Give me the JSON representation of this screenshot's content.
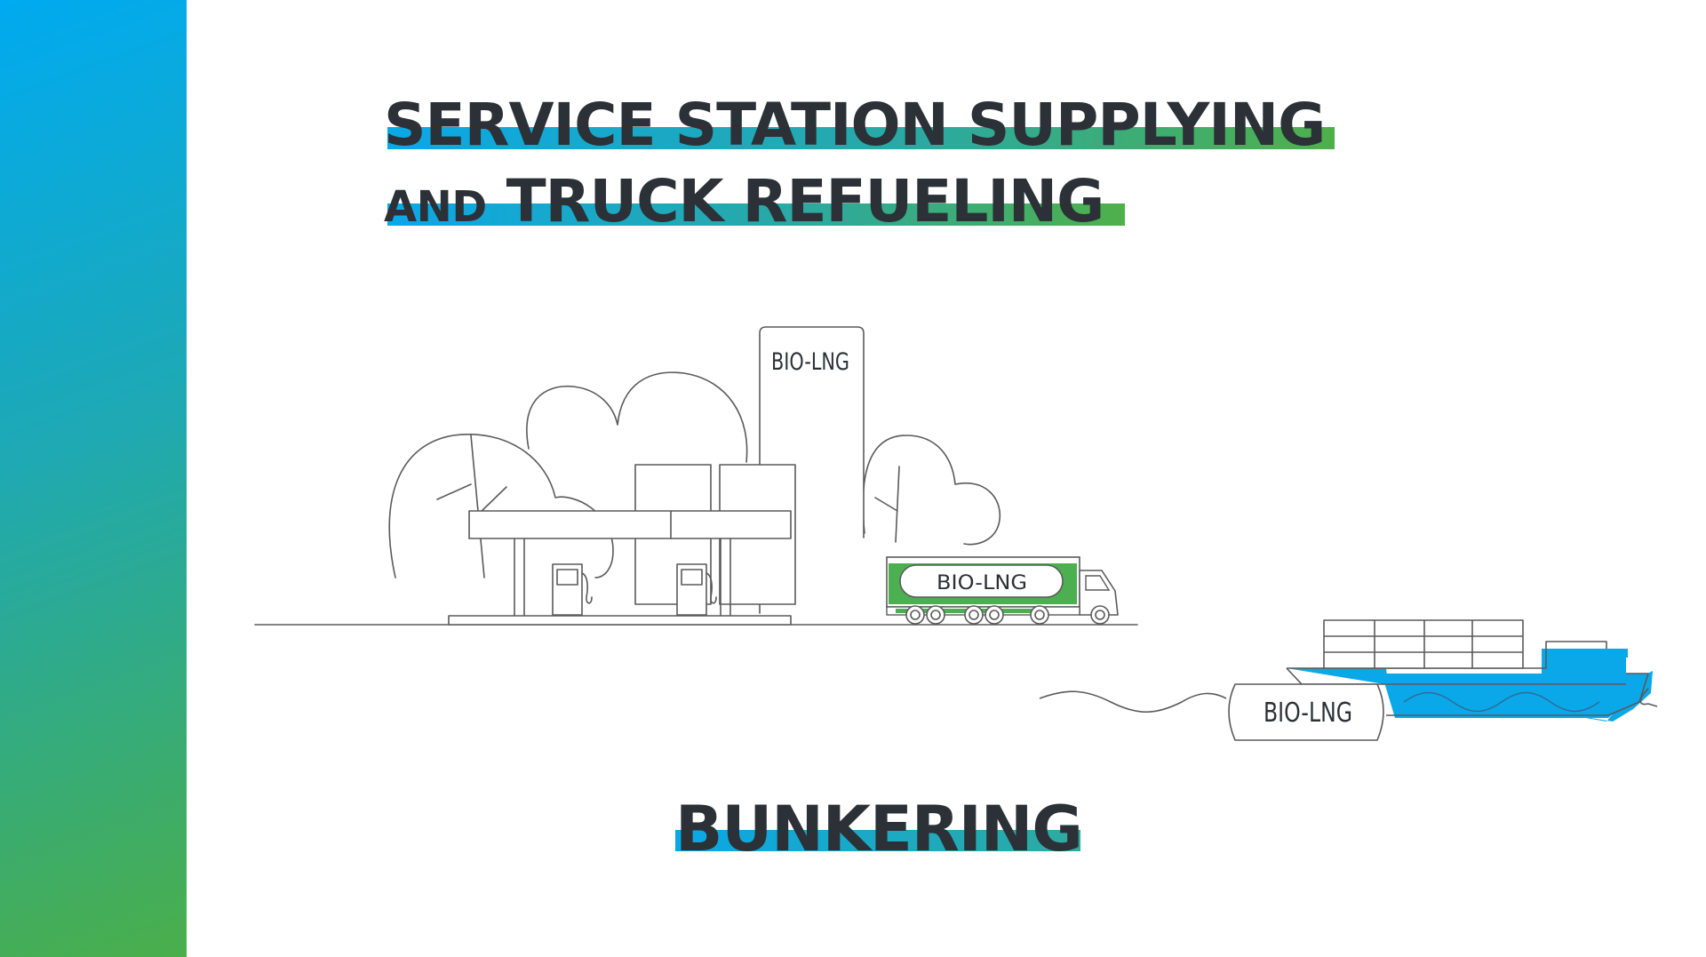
{
  "headings": {
    "line1": "SERVICE STATION SUPPLYING",
    "line2_small": "AND",
    "line2_rest": "TRUCK REFUELING",
    "bunkering": "BUNKERING"
  },
  "labels": {
    "tower": "BIO-LNG",
    "truck": "BIO-LNG",
    "barge": "BIO-LNG"
  },
  "colors": {
    "blue": "#0aa8e8",
    "green": "#4fb04a",
    "teal": "#2aa9a4",
    "text_dark": "#2b3137",
    "line_gray": "#555555"
  }
}
